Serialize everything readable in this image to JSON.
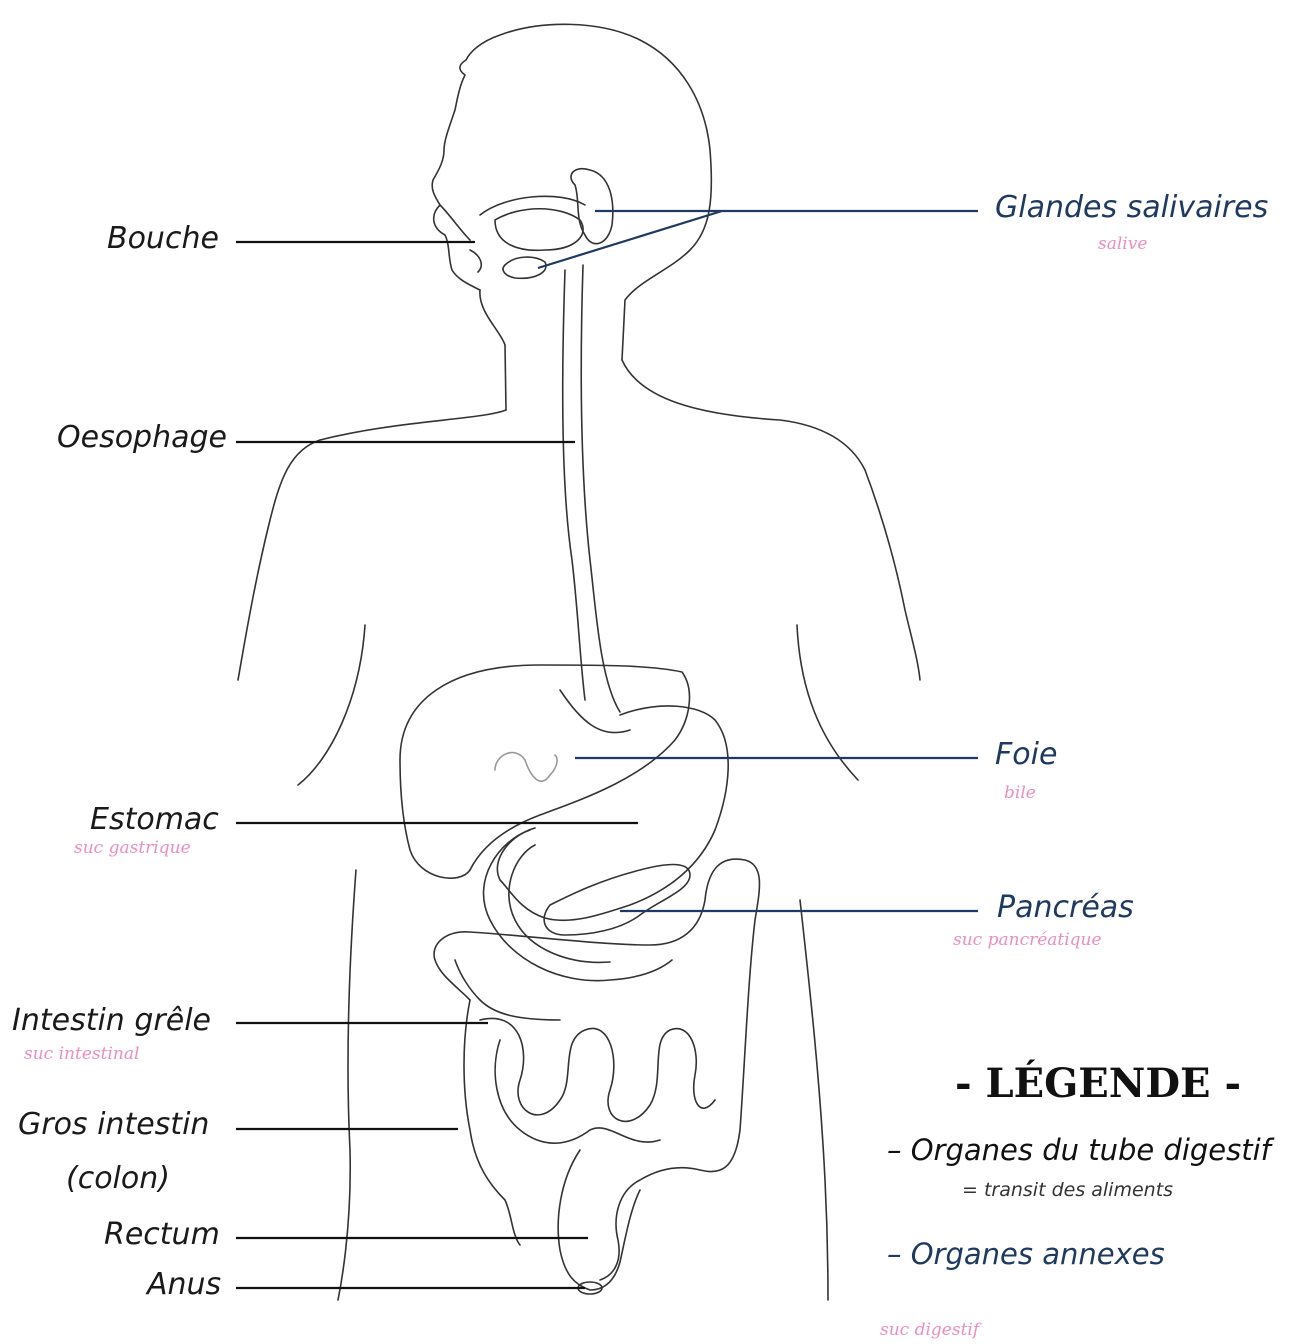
{
  "labels": {
    "bouche": "Bouche",
    "oesophage": "Oesophage",
    "estomac": "Estomac",
    "estomac_juice": "suc gastrique",
    "intestin_grele": "Intestin grêle",
    "intestin_grele_juice": "suc intestinal",
    "gros_intestin": "Gros intestin",
    "colon": "(colon)",
    "rectum": "Rectum",
    "anus": "Anus",
    "glandes": "Glandes salivaires",
    "glandes_juice": "salive",
    "foie": "Foie",
    "foie_juice": "bile",
    "pancreas": "Pancréas",
    "pancreas_juice": "suc pancréatique"
  },
  "legend": {
    "title": "- LÉGENDE -",
    "tube": "– Organes du tube digestif",
    "tube_sub": "= transit des aliments",
    "annexes": "– Organes annexes",
    "suc": "suc digestif"
  },
  "colors": {
    "outline": "#333333",
    "organ_leader": "#111111",
    "annex_leader": "#1f3a60",
    "juice": "#f08cc0"
  }
}
